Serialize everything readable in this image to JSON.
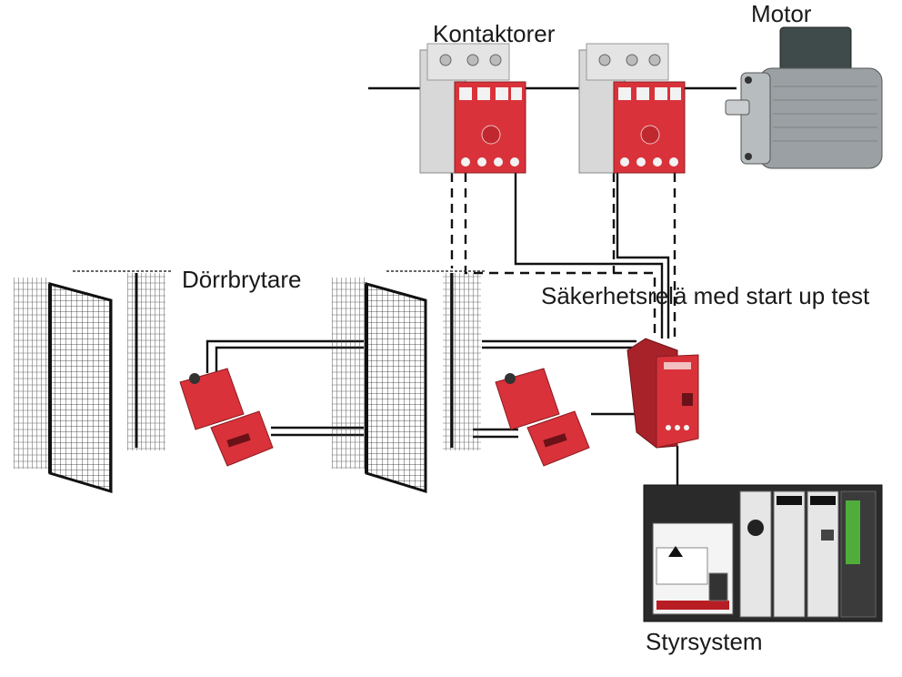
{
  "labels": {
    "motor": "Motor",
    "contactors": "Kontaktorer",
    "door_switch": "Dörrbrytare",
    "safety_relay": "Säkerhetsrelä med start up test",
    "control_system": "Styrsystem"
  },
  "colors": {
    "device_red": "#d9323a",
    "device_red_dark": "#a8222a",
    "contactor_grey": "#d8d8d8",
    "motor_grey": "#9aa0a3",
    "wire": "#111111",
    "plc_dark": "#2a2a2a",
    "plc_light": "#e6e6e6"
  },
  "icons": {
    "motor": "motor-icon",
    "contactor": "contactor-icon",
    "door_switch": "interlock-switch-icon",
    "safety_relay": "safety-relay-icon",
    "plc": "plc-rack-icon",
    "fence": "mesh-fence-gate-icon"
  }
}
